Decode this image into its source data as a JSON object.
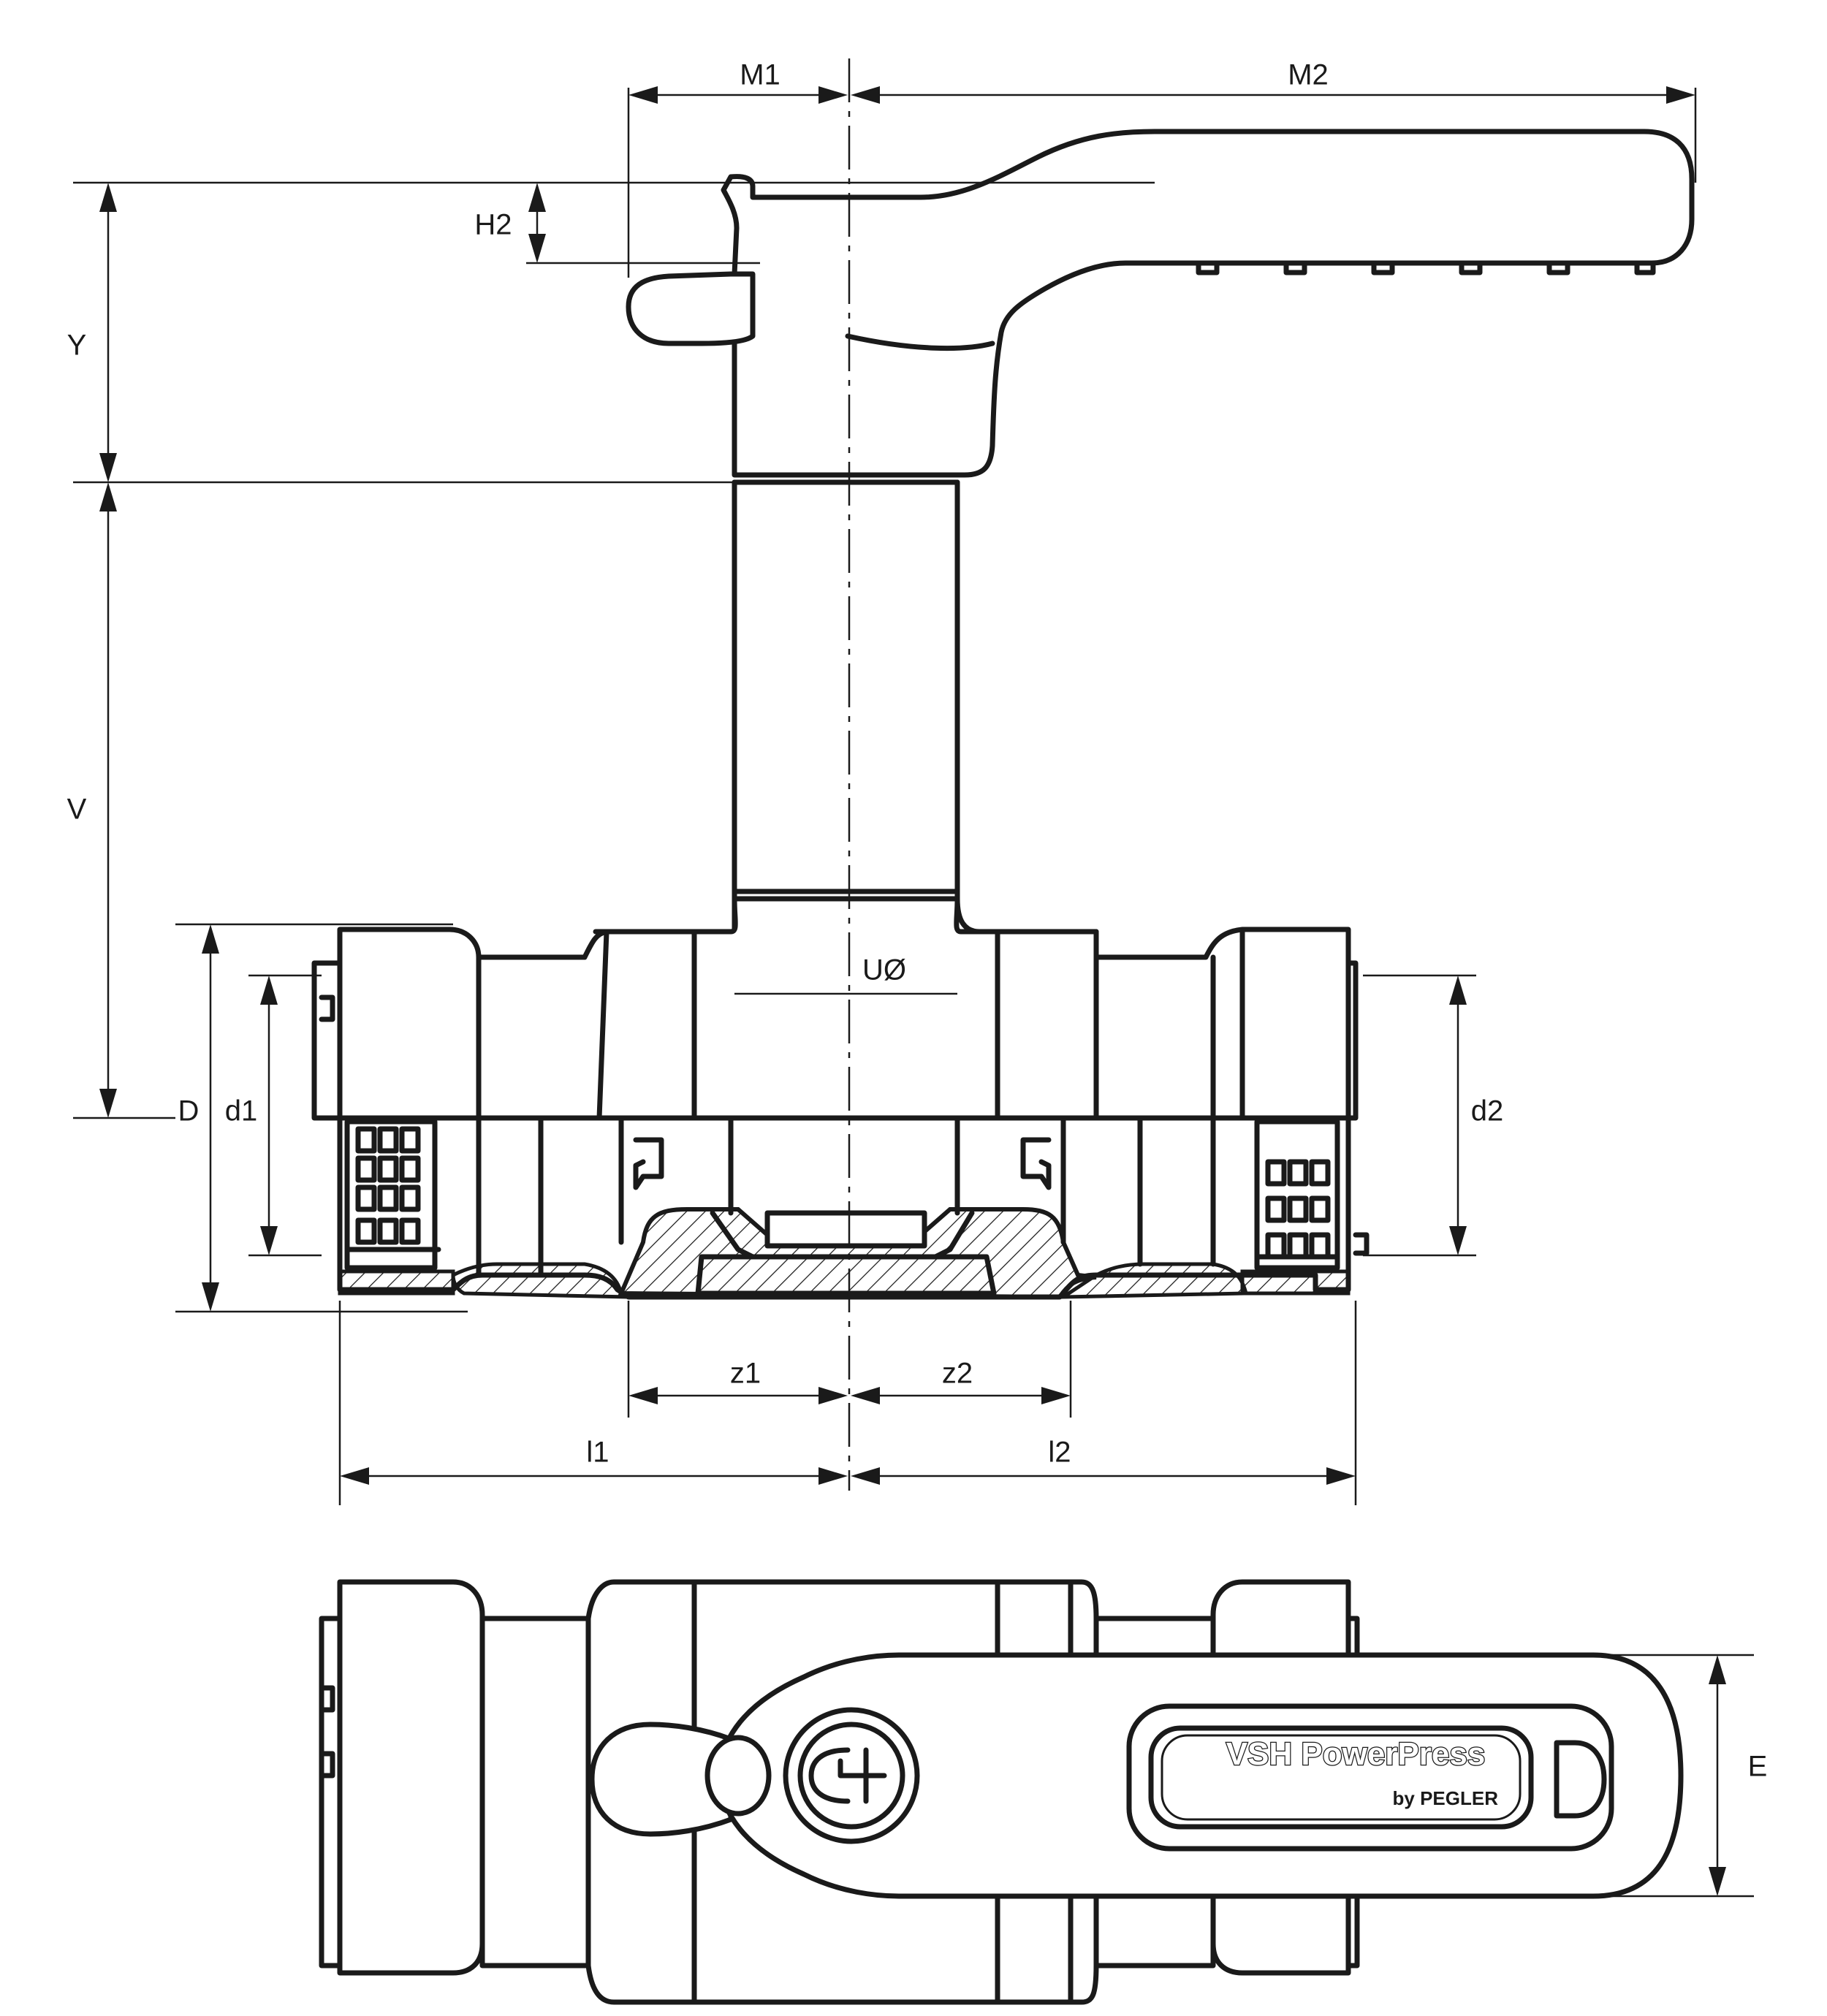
{
  "dimensions": {
    "M1": "M1",
    "M2": "M2",
    "H2": "H2",
    "Y": "Y",
    "V": "V",
    "D": "D",
    "d1": "d1",
    "d2": "d2",
    "U": "UØ",
    "z1": "z1",
    "z2": "z2",
    "l1": "l1",
    "l2": "l2",
    "E": "E"
  },
  "handle_badge": {
    "line1": "VSH PowerPress",
    "line2": "by PEGLER"
  },
  "colors": {
    "ink": "#1a1a1a",
    "paper": "#ffffff"
  },
  "icons": {
    "logo": "cl-logo-icon"
  }
}
